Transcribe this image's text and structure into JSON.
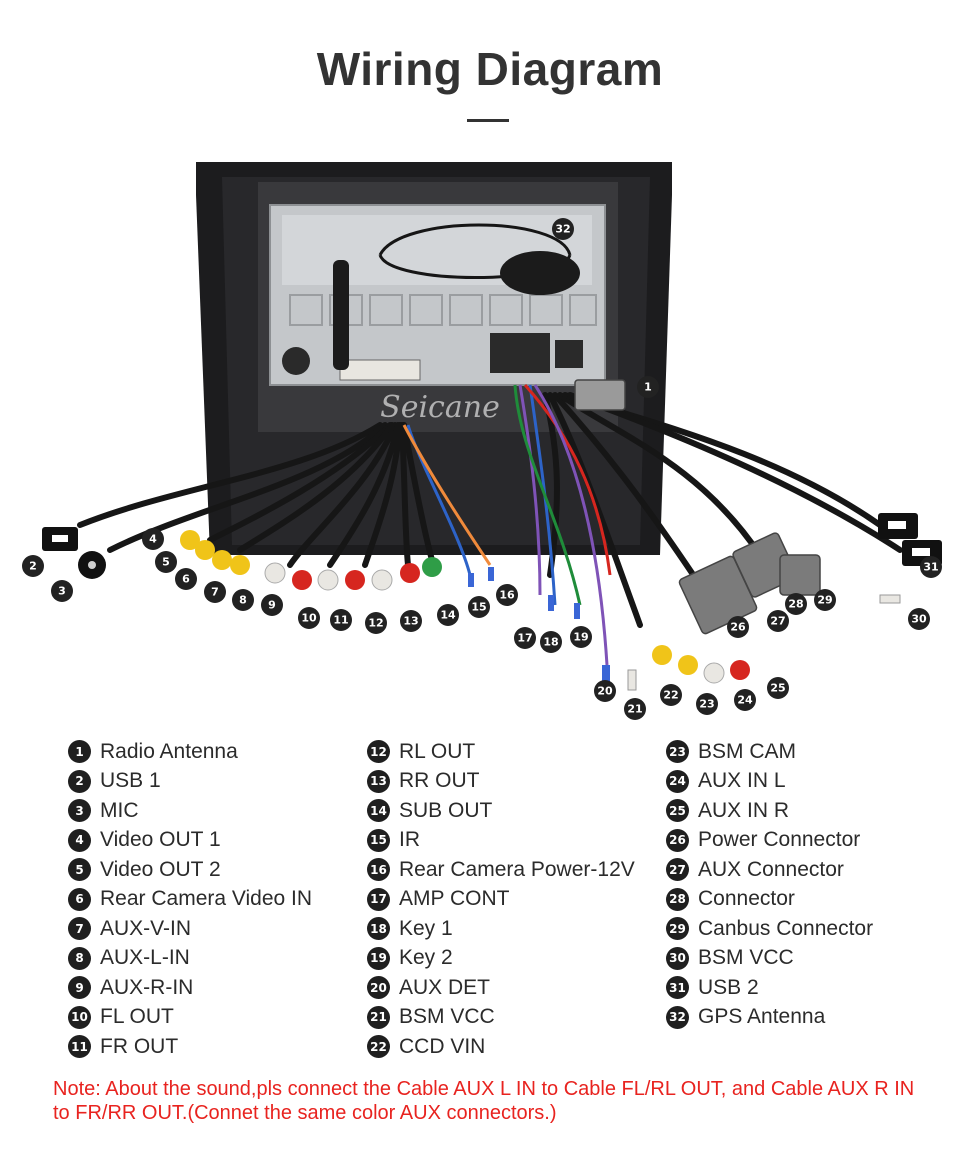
{
  "title": "Wiring Diagram",
  "watermark": "Seicane",
  "legend": [
    {
      "num": "1",
      "label": "Radio Antenna"
    },
    {
      "num": "2",
      "label": "USB 1"
    },
    {
      "num": "3",
      "label": "MIC"
    },
    {
      "num": "4",
      "label": "Video OUT 1"
    },
    {
      "num": "5",
      "label": "Video OUT 2"
    },
    {
      "num": "6",
      "label": "Rear Camera Video IN"
    },
    {
      "num": "7",
      "label": "AUX-V-IN"
    },
    {
      "num": "8",
      "label": "AUX-L-IN"
    },
    {
      "num": "9",
      "label": "AUX-R-IN"
    },
    {
      "num": "10",
      "label": "FL OUT"
    },
    {
      "num": "11",
      "label": "FR OUT"
    },
    {
      "num": "12",
      "label": "RL OUT"
    },
    {
      "num": "13",
      "label": "RR OUT"
    },
    {
      "num": "14",
      "label": "SUB OUT"
    },
    {
      "num": "15",
      "label": "IR"
    },
    {
      "num": "16",
      "label": "Rear Camera Power-12V"
    },
    {
      "num": "17",
      "label": "AMP CONT"
    },
    {
      "num": "18",
      "label": "Key 1"
    },
    {
      "num": "19",
      "label": "Key 2"
    },
    {
      "num": "20",
      "label": "AUX DET"
    },
    {
      "num": "21",
      "label": "BSM VCC"
    },
    {
      "num": "22",
      "label": "CCD VIN"
    },
    {
      "num": "23",
      "label": "BSM CAM"
    },
    {
      "num": "24",
      "label": "AUX IN L"
    },
    {
      "num": "25",
      "label": "AUX IN R"
    },
    {
      "num": "26",
      "label": "Power Connector"
    },
    {
      "num": "27",
      "label": "AUX Connector"
    },
    {
      "num": "28",
      "label": "Connector"
    },
    {
      "num": "29",
      "label": "Canbus Connector"
    },
    {
      "num": "30",
      "label": "BSM VCC"
    },
    {
      "num": "31",
      "label": "USB 2"
    },
    {
      "num": "32",
      "label": "GPS Antenna"
    }
  ],
  "note": "Note: About the sound,pls connect the Cable AUX L IN to Cable FL/RL OUT, and Cable AUX R IN to FR/RR OUT.(Connet the same color AUX connectors.)",
  "colors": {
    "note": "#e8231f",
    "frame": "#1c1c1e",
    "chassis": "#b9bcbf",
    "cable": "#161616",
    "rca_red": "#d6261f",
    "rca_white": "#e9e7e2",
    "rca_yellow": "#f0c419",
    "rca_green": "#2f9d47",
    "connector_grey": "#7b7b7b"
  }
}
